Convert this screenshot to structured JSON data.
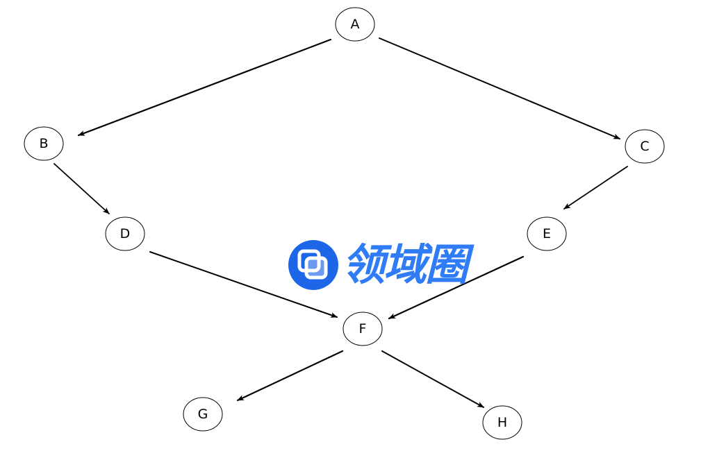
{
  "diagram": {
    "nodes": [
      {
        "id": "A",
        "label": "A"
      },
      {
        "id": "B",
        "label": "B"
      },
      {
        "id": "C",
        "label": "C"
      },
      {
        "id": "D",
        "label": "D"
      },
      {
        "id": "E",
        "label": "E"
      },
      {
        "id": "F",
        "label": "F"
      },
      {
        "id": "G",
        "label": "G"
      },
      {
        "id": "H",
        "label": "H"
      }
    ],
    "edges": [
      {
        "from": "A",
        "to": "B"
      },
      {
        "from": "A",
        "to": "C"
      },
      {
        "from": "B",
        "to": "D"
      },
      {
        "from": "C",
        "to": "E"
      },
      {
        "from": "D",
        "to": "F"
      },
      {
        "from": "E",
        "to": "F"
      },
      {
        "from": "F",
        "to": "G"
      },
      {
        "from": "F",
        "to": "H"
      }
    ]
  },
  "watermark": {
    "text": "领域圈",
    "icon": "overlapping-squares-logo-icon",
    "color": "#2f7cf6",
    "dark_color": "#1d66e8"
  }
}
